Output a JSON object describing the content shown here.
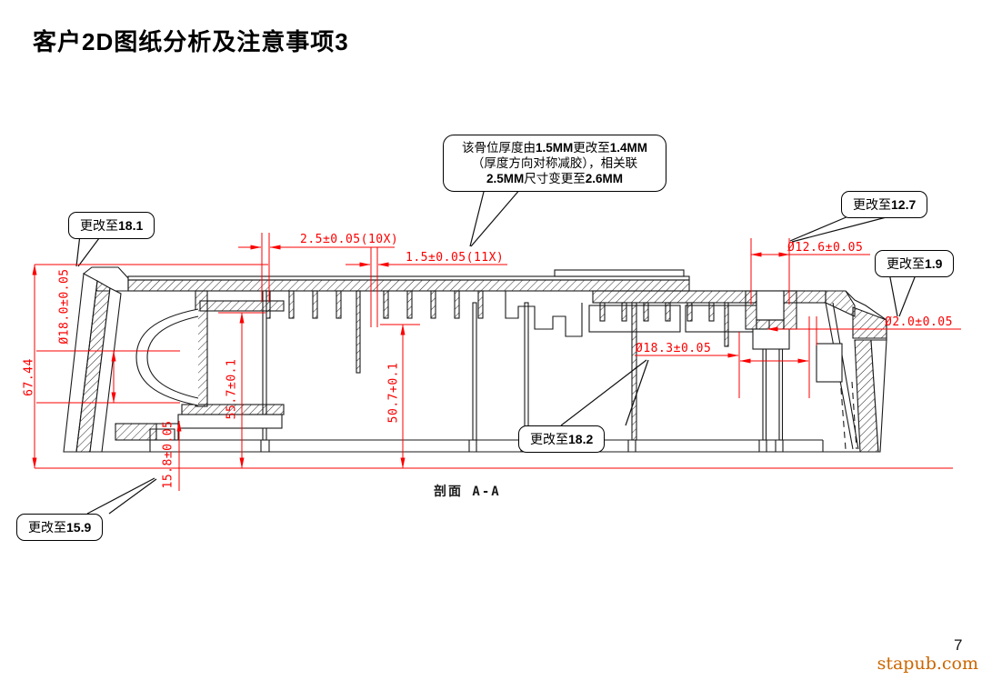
{
  "title": "客户2D图纸分析及注意事项3",
  "page_number": "7",
  "watermark": "stapub.com",
  "section_label": "剖面 A-A",
  "colors": {
    "dimension_red": "#FA0000",
    "drawing_black": "#1a1a1a",
    "watermark_orange": "#CC6600",
    "background": "#FFFFFF"
  },
  "bubble": {
    "l1a": "该骨位厚度由",
    "l1b": "1.5MM",
    "l1c": "更改至",
    "l1d": "1.4MM",
    "l2": "（厚度方向对称减胶），相关联",
    "l3a": "2.5MM",
    "l3b": "尺寸变更至",
    "l3c": "2.6MM"
  },
  "callouts": {
    "c181": {
      "prefix": "更改至",
      "value": "18.1"
    },
    "c127": {
      "prefix": "更改至",
      "value": "12.7"
    },
    "c19": {
      "prefix": "更改至",
      "value": "1.9"
    },
    "c182": {
      "prefix": "更改至",
      "value": "18.2"
    },
    "c159": {
      "prefix": "更改至",
      "value": "15.9"
    }
  },
  "dimensions": {
    "d25": "2.5±0.05(10X)",
    "d15": "1.5±0.05(11X)",
    "d126": "Ø12.6±0.05",
    "d20": "Ø2.0±0.05",
    "d183": "Ø18.3±0.05",
    "d180": "Ø18.0±0.05",
    "d6744": "67.44",
    "d557": "55.7±0.1",
    "d507": "50.7+0.1",
    "d158": "15.8±0.05"
  }
}
